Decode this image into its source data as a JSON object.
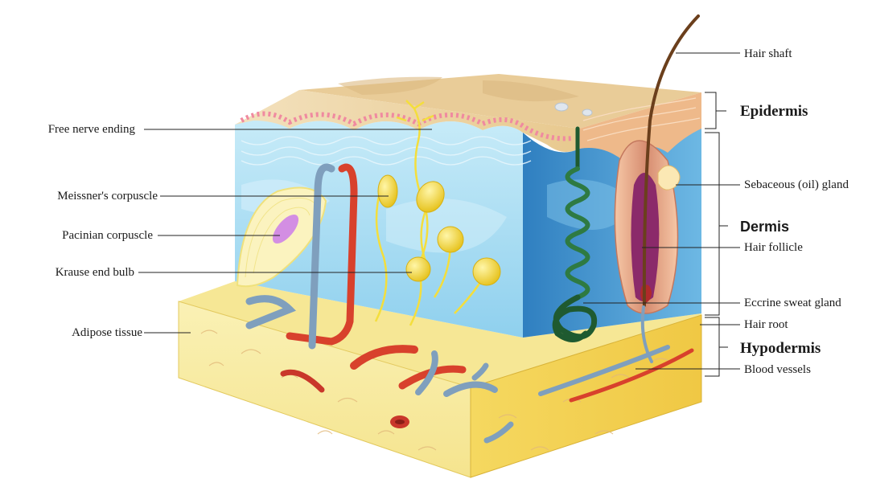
{
  "labels": {
    "left": [
      {
        "text": "Free nerve ending"
      },
      {
        "text": "Meissner's corpuscle"
      },
      {
        "text": "Pacinian corpuscle"
      },
      {
        "text": "Krause end bulb"
      },
      {
        "text": "Adipose tissue"
      }
    ],
    "right": [
      {
        "text": "Hair shaft"
      },
      {
        "text": "Sebaceous (oil) gland"
      },
      {
        "text": "Hair follicle"
      },
      {
        "text": "Eccrine sweat gland"
      },
      {
        "text": "Hair root"
      },
      {
        "text": "Blood vessels"
      }
    ],
    "layers": {
      "epidermis": "Epidermis",
      "dermis": "Dermis",
      "hypodermis": "Hypodermis"
    }
  },
  "colors": {
    "epidermis": "#ecd3a4",
    "dermis": "#a9dcf2",
    "dermis_dark": "#3f8fcb",
    "hypodermis": "#f7efa6",
    "fat_side": "#f3d35c",
    "artery": "#d8412c",
    "vein": "#7f9fbd",
    "nerve": "#f6e24a",
    "sweat_gland": "#1f5a30",
    "follicle": "#8b2a6a",
    "hair": "#7a4a22"
  }
}
